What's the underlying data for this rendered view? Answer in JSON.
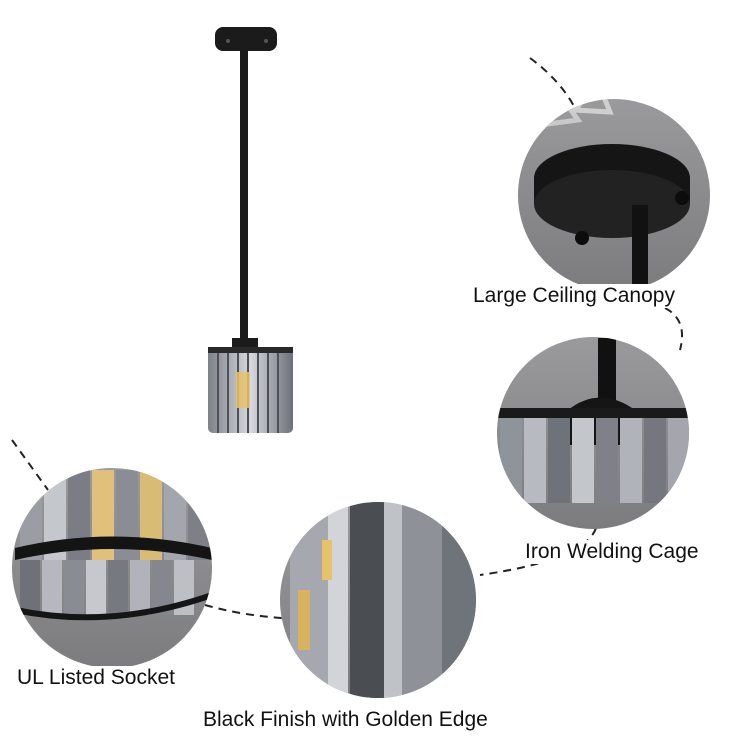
{
  "callouts": {
    "canopy": {
      "label": "Large Ceiling Canopy"
    },
    "cage": {
      "label": "Iron Welding Cage"
    },
    "socket": {
      "label": "UL Listed Socket"
    },
    "finish": {
      "label": "Black Finish with Golden Edge"
    }
  },
  "colors": {
    "background": "#ffffff",
    "metal_black": "#1b1b1b",
    "photo_grey": "#8c8c8e",
    "crystal": "#a9adb3",
    "warm_bulb": "#e8c26a"
  },
  "icons": {
    "product": "pendant-light-icon",
    "detail": "magnified-detail-icon"
  }
}
